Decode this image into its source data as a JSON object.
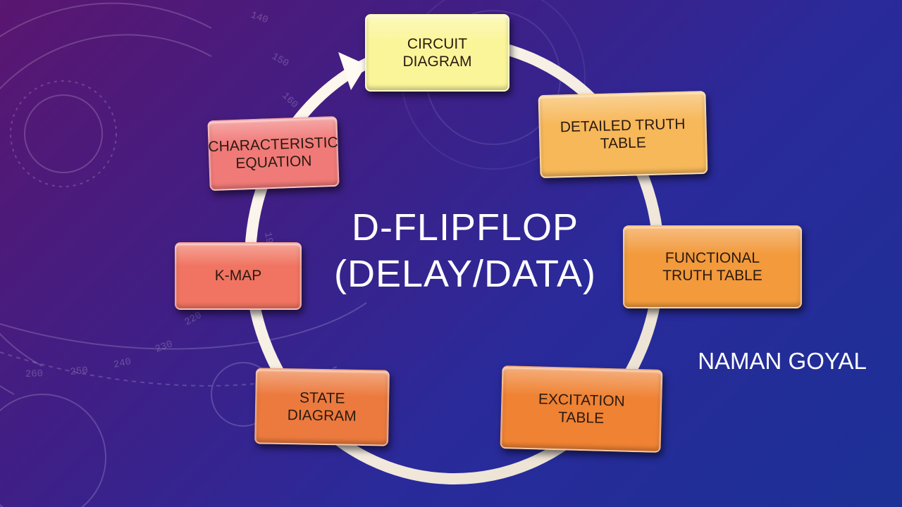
{
  "slide": {
    "title_line1": "D-FLIPFLOP",
    "title_line2": "(DELAY/DATA)",
    "author": "NAMAN GOYAL"
  },
  "cycle": {
    "steps": [
      {
        "label": "CIRCUIT\nDIAGRAM",
        "color": "#fbf59a"
      },
      {
        "label": "DETAILED TRUTH\nTABLE",
        "color": "#f7b85a"
      },
      {
        "label": "FUNCTIONAL\nTRUTH TABLE",
        "color": "#f29a3c"
      },
      {
        "label": "EXCITATION\nTABLE",
        "color": "#ef8233"
      },
      {
        "label": "STATE DIAGRAM",
        "color": "#ec7a3e"
      },
      {
        "label": "K-MAP",
        "color": "#f07461"
      },
      {
        "label": "CHARACTERISTIC\nEQUATION",
        "color": "#f07a78"
      }
    ],
    "ring_color": "#f7efe6"
  },
  "background": {
    "dial_numbers": [
      "140",
      "150",
      "160",
      "190",
      "220",
      "230",
      "240",
      "250",
      "260"
    ]
  }
}
